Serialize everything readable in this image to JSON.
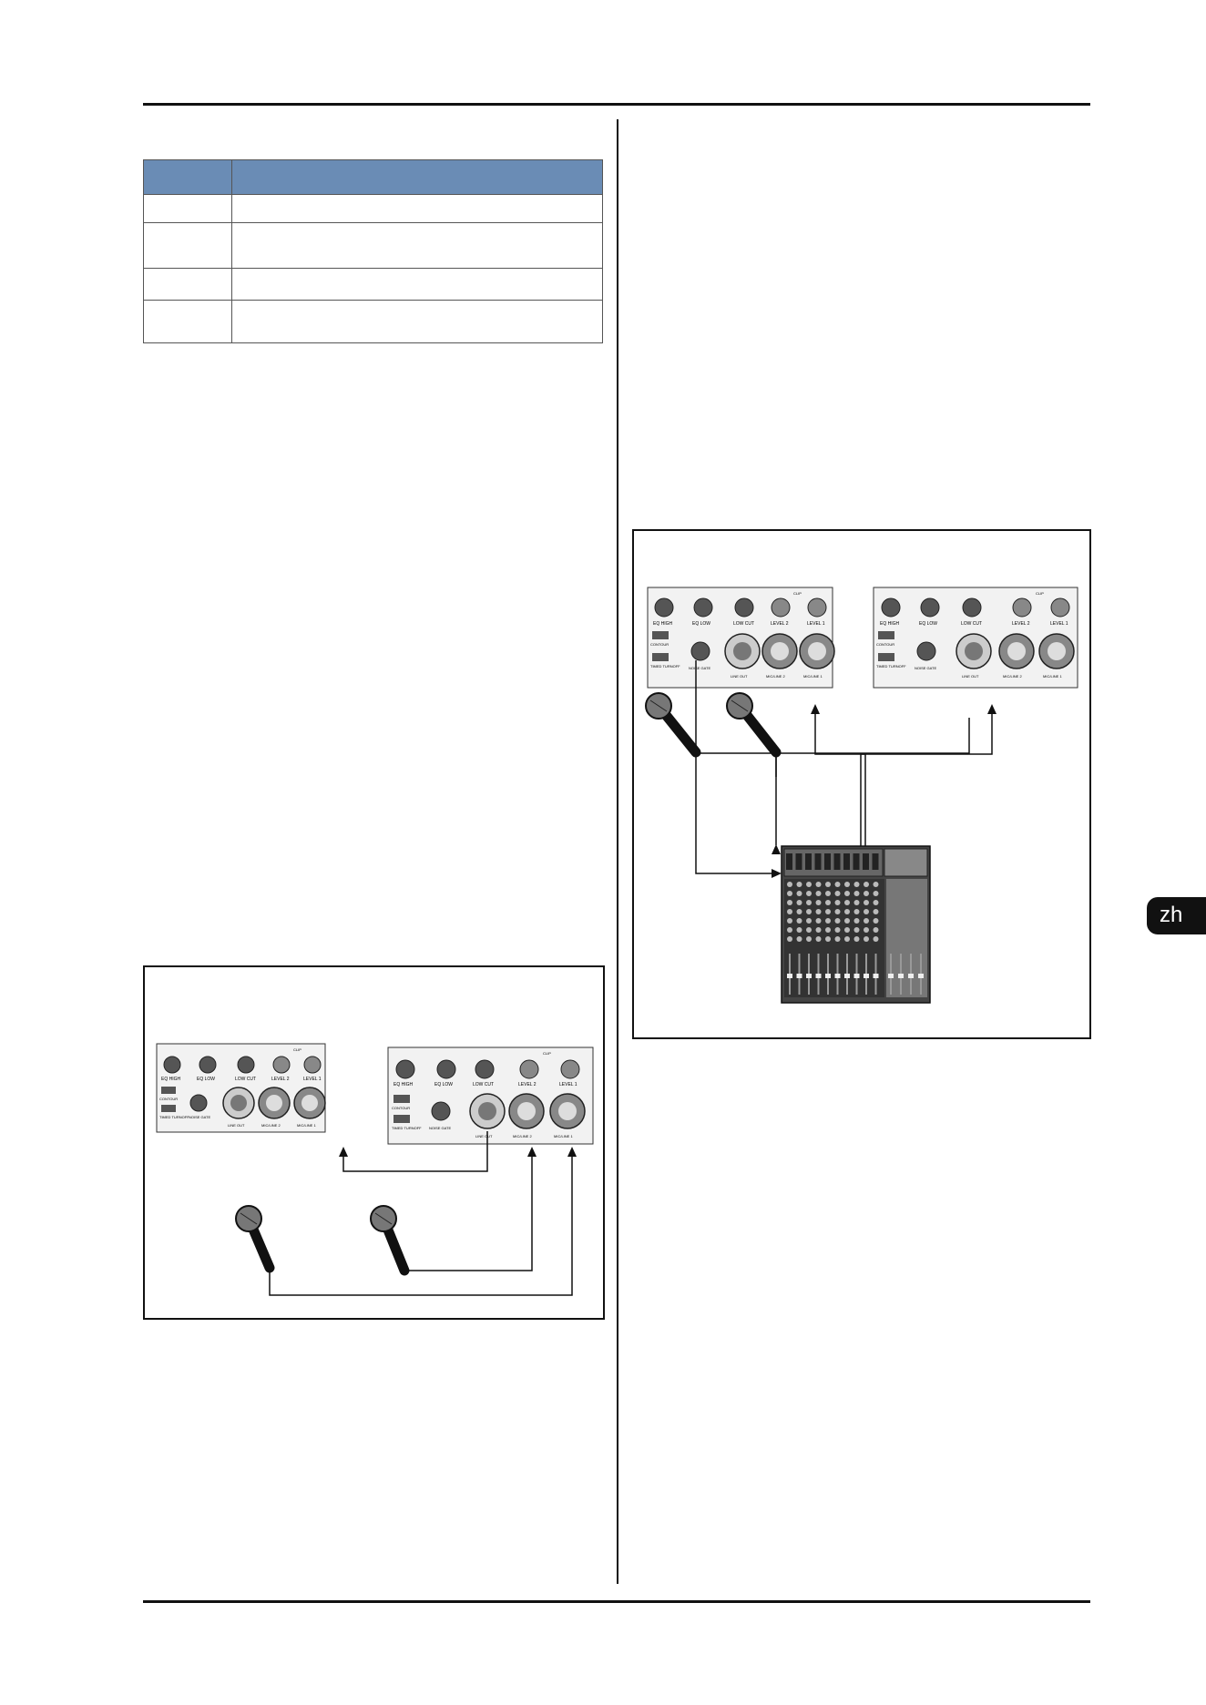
{
  "page": {
    "language_tab": "zh"
  },
  "spec_table": {
    "header": [
      "",
      ""
    ],
    "rows": [
      [
        "",
        ""
      ],
      [
        "",
        ""
      ],
      [
        "",
        ""
      ],
      [
        "",
        ""
      ]
    ]
  },
  "figure_left": {
    "unit_a": {
      "knobs": [
        "EQ HIGH",
        "EQ LOW",
        "LOW CUT",
        "LEVEL 2",
        "LEVEL 1"
      ],
      "buttons": [
        "CONTOUR",
        "TIMED TURNOFF"
      ],
      "gate": "NOISE GATE",
      "jacks": [
        "LINE OUT",
        "MIC/LINE 2",
        "MIC/LINE 1"
      ],
      "clip": "CLIP"
    },
    "unit_b": {
      "knobs": [
        "EQ HIGH",
        "EQ LOW",
        "LOW CUT",
        "LEVEL 2",
        "LEVEL 1"
      ],
      "buttons": [
        "CONTOUR",
        "TIMED TURNOFF"
      ],
      "gate": "NOISE GATE",
      "jacks": [
        "LINE OUT",
        "MIC/LINE 2",
        "MIC/LINE 1"
      ],
      "clip": "CLIP"
    }
  },
  "figure_right": {
    "unit_a": {
      "knobs": [
        "EQ HIGH",
        "EQ LOW",
        "LOW CUT",
        "LEVEL 2",
        "LEVEL 1"
      ],
      "buttons": [
        "CONTOUR",
        "TIMED TURNOFF"
      ],
      "gate": "NOISE GATE",
      "jacks": [
        "LINE OUT",
        "MIC/LINE 2",
        "MIC/LINE 1"
      ],
      "clip": "CLIP"
    },
    "unit_b": {
      "knobs": [
        "EQ HIGH",
        "EQ LOW",
        "LOW CUT",
        "LEVEL 2",
        "LEVEL 1"
      ],
      "buttons": [
        "CONTOUR",
        "TIMED TURNOFF"
      ],
      "gate": "NOISE GATE",
      "jacks": [
        "LINE OUT",
        "MIC/LINE 2",
        "MIC/LINE 1"
      ],
      "clip": "CLIP"
    }
  }
}
